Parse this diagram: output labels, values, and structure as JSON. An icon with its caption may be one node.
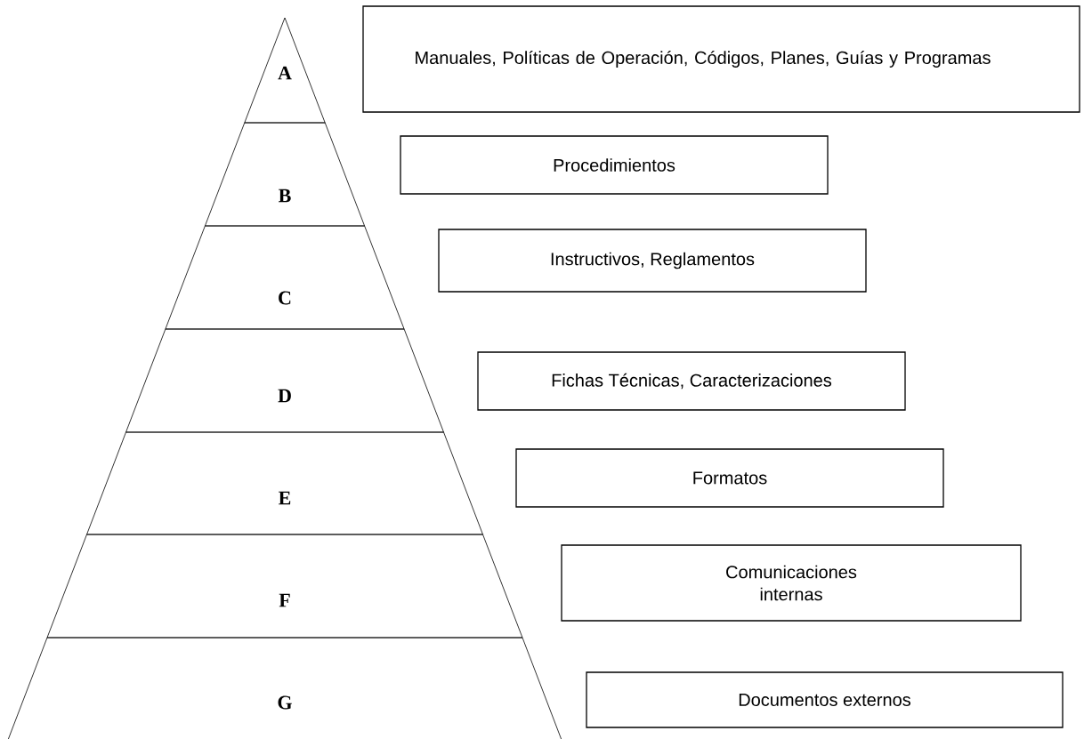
{
  "diagram": {
    "nodes": [
      {
        "text": [
          "A"
        ]
      },
      {
        "text": [
          "Manuales, Políticas de Operación, Códigos, Planes, Guías y Programas"
        ]
      },
      {
        "text": [
          "B"
        ]
      },
      {
        "text": [
          "Procedimientos"
        ]
      },
      {
        "text": [
          "C"
        ]
      },
      {
        "text": [
          "Instructivos, Reglamentos"
        ]
      },
      {
        "text": [
          "D"
        ]
      },
      {
        "text": [
          "Fichas Técnicas, Caracterizaciones"
        ]
      },
      {
        "text": [
          "E"
        ]
      },
      {
        "text": [
          "Formatos"
        ]
      },
      {
        "text": [
          "F"
        ]
      },
      {
        "text": [
          "Comunicaciones internas"
        ]
      },
      {
        "text": [
          "G"
        ]
      },
      {
        "text": [
          "Documentos externos"
        ]
      }
    ]
  }
}
